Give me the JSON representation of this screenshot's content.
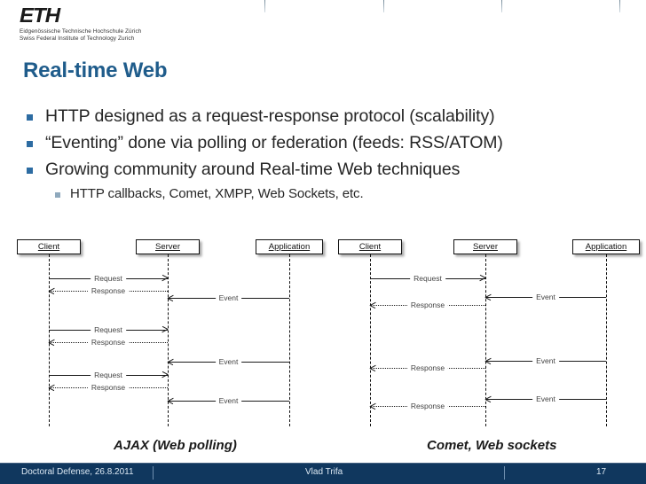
{
  "logo": {
    "mark": "ETH",
    "line1": "Eidgenössische Technische Hochschule Zürich",
    "line2": "Swiss Federal Institute of Technology Zurich"
  },
  "title": "Real-time Web",
  "bullets": [
    {
      "level": 1,
      "text": "HTTP designed as a request-response protocol (scalability)"
    },
    {
      "level": 1,
      "text": "“Eventing” done via polling or federation (feeds: RSS/ATOM)"
    },
    {
      "level": 1,
      "text": "Growing community around Real-time Web techniques"
    },
    {
      "level": 2,
      "text": "HTTP callbacks, Comet, XMPP, Web Sockets, etc."
    }
  ],
  "diagrams": {
    "left": {
      "caption": "AJAX (Web polling)",
      "nodes": [
        {
          "label": "Client"
        },
        {
          "label": "Server"
        },
        {
          "label": "Application"
        }
      ],
      "messages": [
        {
          "label": "Request",
          "from": "client",
          "to": "server",
          "style": "solid",
          "dir": "right"
        },
        {
          "label": "Response",
          "from": "server",
          "to": "client",
          "style": "dotted",
          "dir": "left"
        },
        {
          "label": "Event",
          "from": "application",
          "to": "server",
          "style": "solid",
          "dir": "left"
        },
        {
          "label": "Request",
          "from": "client",
          "to": "server",
          "style": "solid",
          "dir": "right"
        },
        {
          "label": "Response",
          "from": "server",
          "to": "client",
          "style": "dotted",
          "dir": "left"
        },
        {
          "label": "Event",
          "from": "application",
          "to": "server",
          "style": "solid",
          "dir": "left"
        },
        {
          "label": "Request",
          "from": "client",
          "to": "server",
          "style": "solid",
          "dir": "right"
        },
        {
          "label": "Response",
          "from": "server",
          "to": "client",
          "style": "dotted",
          "dir": "left"
        },
        {
          "label": "Event",
          "from": "application",
          "to": "server",
          "style": "solid",
          "dir": "left"
        }
      ]
    },
    "right": {
      "caption": "Comet, Web sockets",
      "nodes": [
        {
          "label": "Client"
        },
        {
          "label": "Server"
        },
        {
          "label": "Application"
        }
      ],
      "messages": [
        {
          "label": "Request",
          "from": "client",
          "to": "server",
          "style": "solid",
          "dir": "right"
        },
        {
          "label": "Event",
          "from": "application",
          "to": "server",
          "style": "solid",
          "dir": "left"
        },
        {
          "label": "Response",
          "from": "server",
          "to": "client",
          "style": "dotted",
          "dir": "left"
        },
        {
          "label": "Event",
          "from": "application",
          "to": "server",
          "style": "solid",
          "dir": "left"
        },
        {
          "label": "Response",
          "from": "server",
          "to": "client",
          "style": "dotted",
          "dir": "left"
        },
        {
          "label": "Event",
          "from": "application",
          "to": "server",
          "style": "solid",
          "dir": "left"
        },
        {
          "label": "Response",
          "from": "server",
          "to": "client",
          "style": "dotted",
          "dir": "left"
        }
      ]
    }
  },
  "footer": {
    "left": "Doctoral Defense, 26.8.2011",
    "center": "Vlad Trifa",
    "page": "17"
  },
  "colors": {
    "title": "#1f5c8b",
    "bullet": "#2d6ca2",
    "sub_bullet": "#8fa9bd",
    "footer_bg": "#10375e",
    "footer_text": "#dce8f3",
    "body_text": "#262626",
    "diagram_line": "#1a1a1a"
  }
}
